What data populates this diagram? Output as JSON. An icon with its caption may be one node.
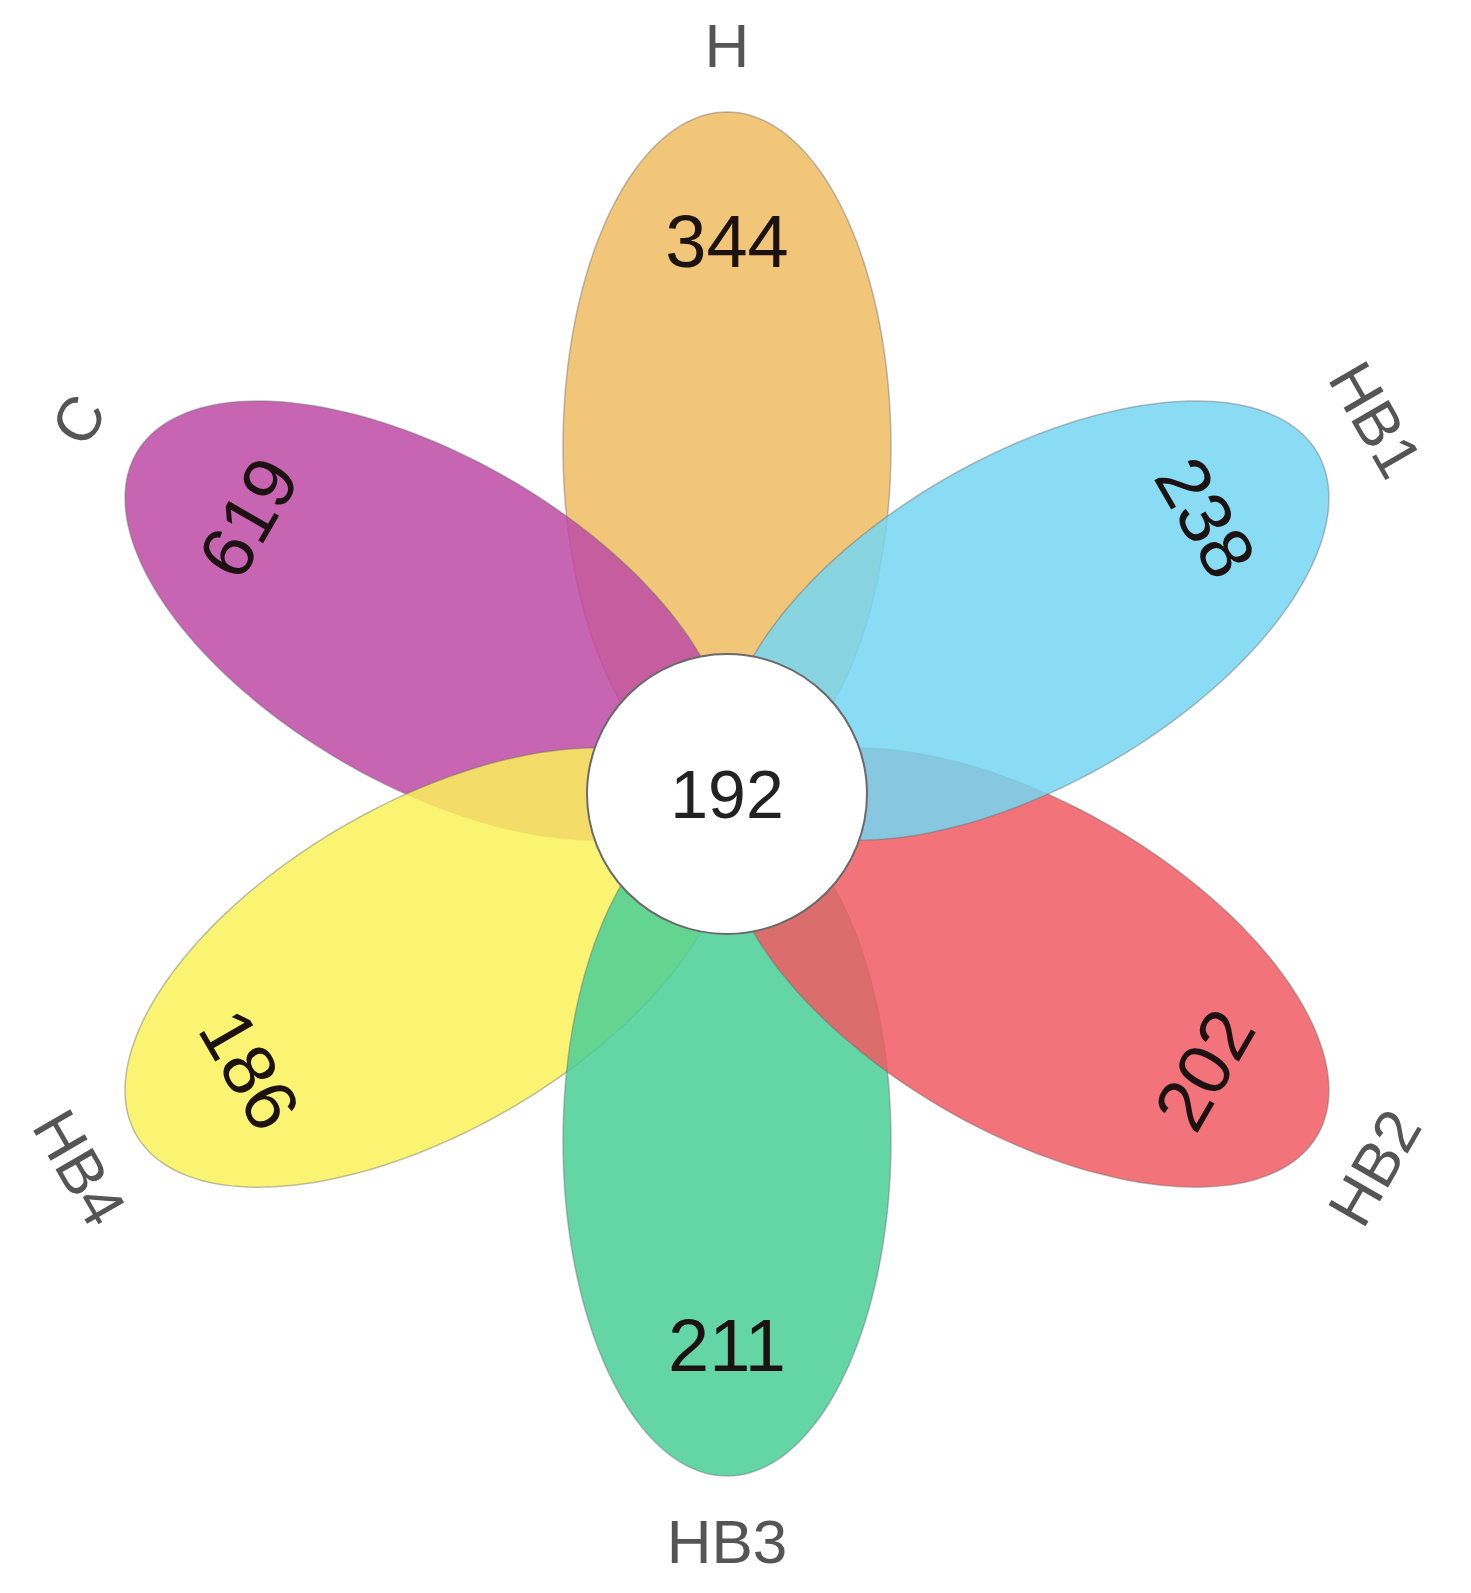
{
  "diagram": {
    "nodes": [
      {
        "text": [
          "344"
        ],
        "beside": [
          "H"
        ]
      },
      {
        "text": [
          "238"
        ],
        "beside": [
          "HB1"
        ]
      },
      {
        "text": [
          "202"
        ],
        "beside": [
          "HB2"
        ]
      },
      {
        "text": [
          "211"
        ],
        "beside": [
          "HB3"
        ]
      },
      {
        "text": [
          "186"
        ],
        "beside": [
          "HB4"
        ]
      },
      {
        "text": [
          "619"
        ],
        "beside": [
          "C"
        ]
      },
      {
        "text": [
          "192"
        ]
      }
    ]
  }
}
